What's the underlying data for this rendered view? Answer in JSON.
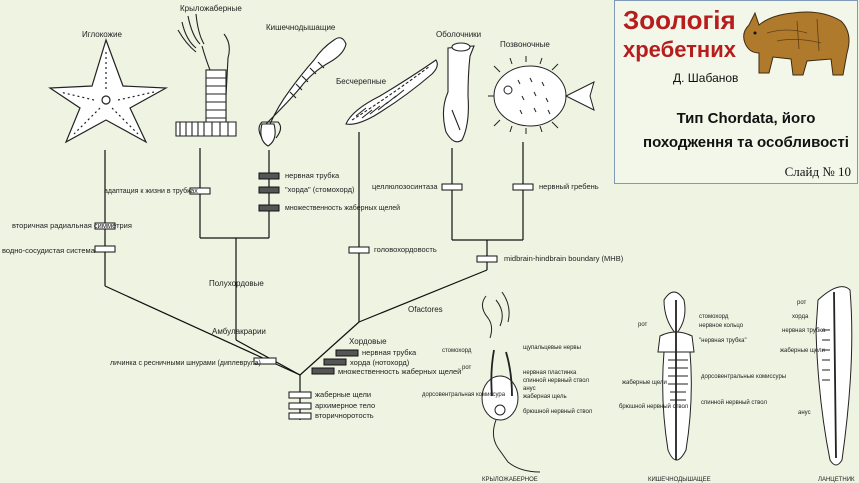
{
  "slide": {
    "course_title_line1": "Зоологія",
    "course_title_line2": "хребетних",
    "author": "Д. Шабанов",
    "topic": "Тип Chordata, його походження та особливості",
    "slide_number": "Слайд № 10"
  },
  "tree": {
    "taxa": {
      "echinoderms": "Иглокожие",
      "pterobranchs": "Крыложаберные",
      "enteropneusts": "Кишечнодышащие",
      "acrania": "Бесчерепные",
      "tunicates": "Оболочники",
      "vertebrates": "Позвоночные"
    },
    "clades": {
      "hemichordates": "Полухордовые",
      "ambulacraria": "Амбулакрарии",
      "olfactores": "Ofactores",
      "chordates": "Хордовые"
    },
    "traits": {
      "radial_symmetry": "вторичная радиальная симметрия",
      "water_vascular": "водно-сосудистая система",
      "tube_life": "адаптация к жизни в трубках",
      "nerve_tube_h": "нервная трубка",
      "chorda_stomochord": "\"хорда\" (стомохорд)",
      "gill_slits_many": "множественность жаберных щелей",
      "cellulose": "целлюлозосинтаза",
      "neural_crest": "нервный гребень",
      "cephalochordy": "головохордовость",
      "mhb": "midbrain-hindbrain boundary (MHB)",
      "dipleurula": "личинка с ресничными шнурами (диплеврула)",
      "nerve_tube_c": "нервная трубка",
      "notochord": "хорда (нотохорд)",
      "gill_slits_many_c": "множественность жаберных щелей",
      "gill_slits": "жаберные щели",
      "archimeric": "архимерное тело",
      "deuterostomy": "вторичноротость"
    }
  },
  "anatomy": {
    "pterobranch": {
      "caption": "КРЫЛОЖАБЕРНОЕ",
      "labels": [
        "щупальцевые нервы",
        "стомохорд",
        "рот",
        "нервная пластинка",
        "спинной нервный ствол",
        "анус",
        "жаберная щель",
        "дорсовентральная комиссура",
        "брюшной нервный ствол"
      ]
    },
    "enteropneust": {
      "caption": "КИШЕЧНОДЫШАЩЕЕ",
      "labels": [
        "стомохорд",
        "рот",
        "нервное кольцо",
        "\"нервная трубка\"",
        "жаберные щели",
        "дорсовентральные комиссуры",
        "брюшной нервный ствол",
        "спинной нервный ствол"
      ]
    },
    "lancelet": {
      "caption": "ЛАНЦЕТНИК",
      "labels": [
        "рот",
        "хорда",
        "нервная трубка",
        "жаберные щели",
        "анус"
      ]
    }
  }
}
